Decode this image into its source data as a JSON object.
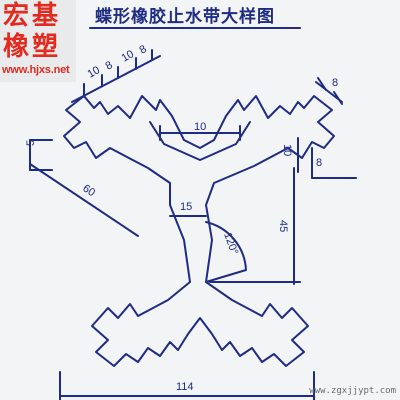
{
  "logo": {
    "line1": "宏基",
    "line2": "橡塑",
    "url": "www.hjxs.net",
    "color": "#e32a1e"
  },
  "drawing": {
    "title": "蝶形橡胶止水带大样图",
    "ink_color": "#1e2c84",
    "dimensions": {
      "top_ribs": [
        "10",
        "8",
        "10",
        "8"
      ],
      "right_top": "8",
      "center_top_gap": "10",
      "right_arm": "10",
      "right_small": "8",
      "left_edge": "5",
      "arm_length": "60",
      "web_width": "15",
      "angle": "120°",
      "height": "45",
      "total_width": "114"
    }
  },
  "watermark": "www.zgxjjypt.com"
}
